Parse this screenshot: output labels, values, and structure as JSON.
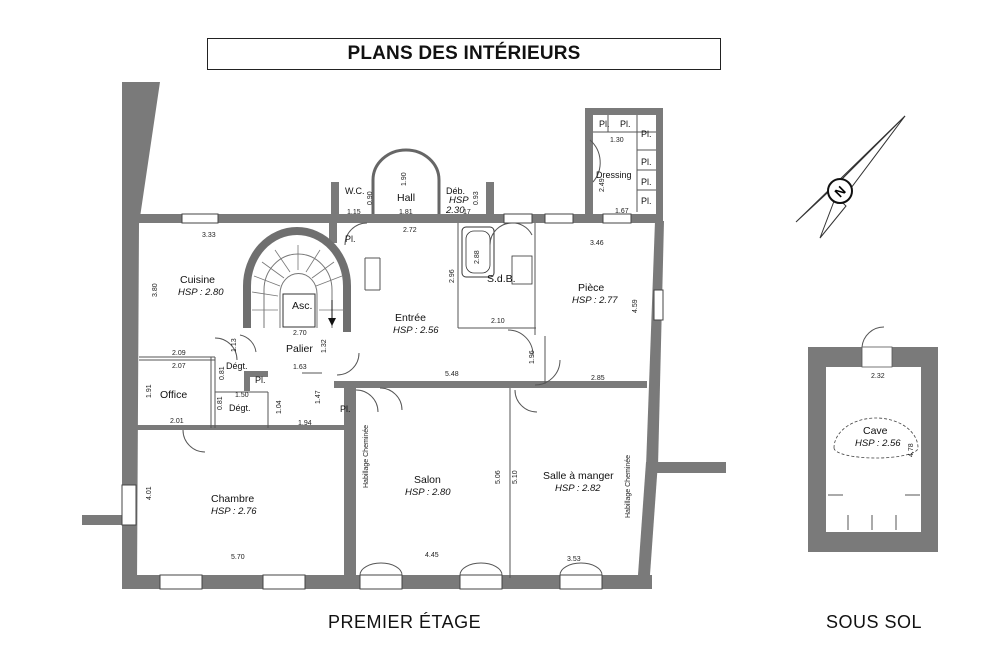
{
  "title": "PLANS DES INTÉRIEURS",
  "captions": {
    "floor1": "PREMIER ÉTAGE",
    "basement": "SOUS SOL"
  },
  "compass": {
    "label": "N"
  },
  "rooms": {
    "cuisine": {
      "name": "Cuisine",
      "hsp": "HSP : 2.80"
    },
    "entree": {
      "name": "Entrée",
      "hsp": "HSP : 2.56"
    },
    "piece": {
      "name": "Pièce",
      "hsp": "HSP : 2.77"
    },
    "chambre": {
      "name": "Chambre",
      "hsp": "HSP : 2.76"
    },
    "salon": {
      "name": "Salon",
      "hsp": "HSP : 2.80"
    },
    "salle_a_manger": {
      "name": "Salle à manger",
      "hsp": "HSP : 2.82"
    },
    "cave": {
      "name": "Cave",
      "hsp": "HSP : 2.56"
    },
    "hall": {
      "name": "Hall"
    },
    "wc": {
      "name": "W.C."
    },
    "deb": {
      "name": "Déb.",
      "hsp": "HSP",
      "hsp_value": "2.30"
    },
    "sdb": {
      "name": "S.d.B."
    },
    "dressing": {
      "name": "Dressing"
    },
    "palier": {
      "name": "Palier"
    },
    "asc": {
      "name": "Asc."
    },
    "office": {
      "name": "Office"
    },
    "degt1": {
      "name": "Dégt."
    },
    "degt2": {
      "name": "Dégt."
    },
    "pl": "Pl.",
    "habillage": "Habillage Cheminée"
  },
  "dimensions": {
    "d333": "3.33",
    "d380": "3.80",
    "d209": "2.09",
    "d207": "2.07",
    "d191": "1.91",
    "d201": "2.01",
    "d401": "4.01",
    "d570": "5.70",
    "d115": "1.15",
    "d090": "0.90",
    "d190": "1.90",
    "d181": "1.81",
    "d093": "0.93",
    "d017": "17",
    "d272": "2.72",
    "d130": "1.30",
    "d249": "2.49",
    "d167": "1.67",
    "d346": "3.46",
    "d459": "4.59",
    "d285": "2.85",
    "d296": "2.96",
    "d288": "2.88",
    "d210": "2.10",
    "d196": "1.96",
    "d548": "5.48",
    "d270": "2.70",
    "d163": "1.63",
    "d132": "1.32",
    "d113": "1.13",
    "d081a": "0.81",
    "d081b": "0.81",
    "d150": "1.50",
    "d104": "1.04",
    "d194": "1.94",
    "d147": "1.47",
    "d445": "4.45",
    "d506": "5.06",
    "d510": "5.10",
    "d353": "3.53",
    "d232": "2.32",
    "d478": "4.78"
  }
}
